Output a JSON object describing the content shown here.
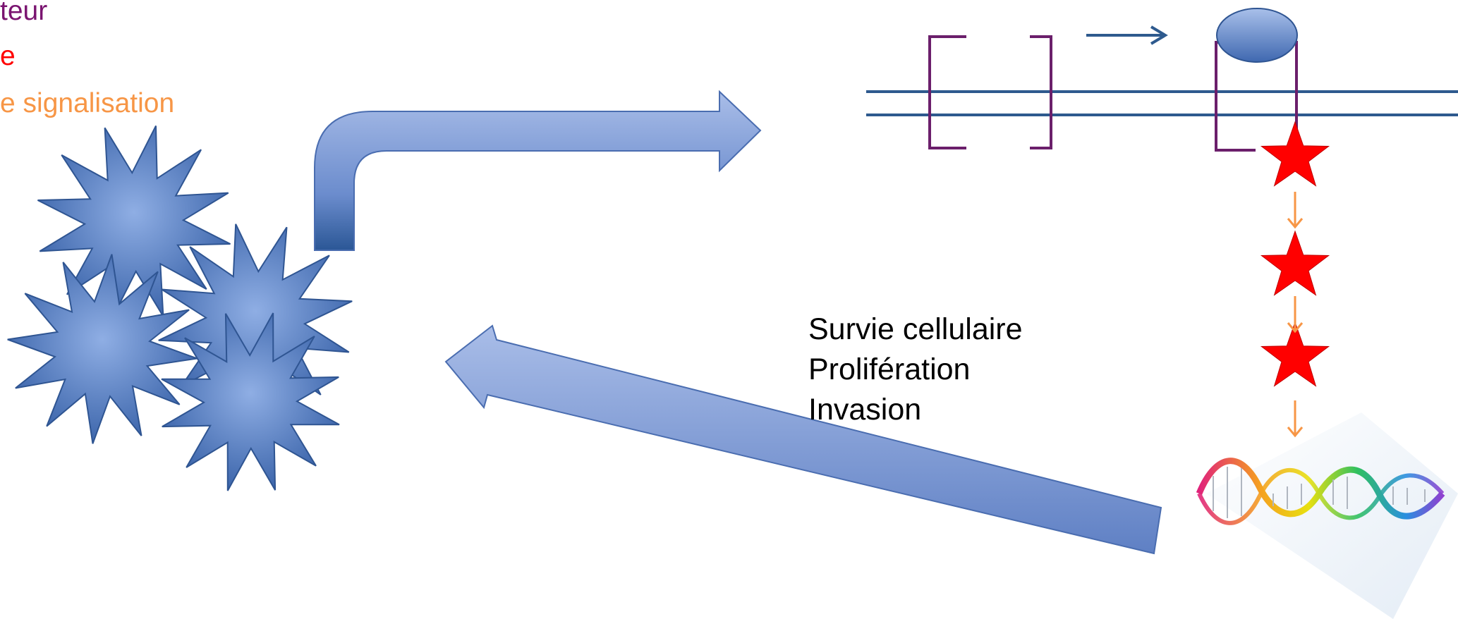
{
  "legend": [
    {
      "text": "teur",
      "color": "#7a1470"
    },
    {
      "text": "e",
      "color": "#ff0000"
    },
    {
      "text": "e signalisation",
      "color": "#f79646"
    }
  ],
  "outcomes": [
    "Survie cellulaire",
    "Prolifération",
    "Invasion"
  ],
  "colors": {
    "arrow_fill": "#7e9ad4",
    "arrow_stroke": "#3a5da0",
    "membrane": "#2e5a8e",
    "bracket": "#6b1f6b",
    "star": "#ff0000",
    "signal_arrow": "#f79646",
    "cell_fill": "#6b8ccd"
  },
  "icons": [
    "tumor-cell-cluster",
    "receptor-dimer",
    "ligand",
    "kinase-star",
    "dna-helix"
  ]
}
